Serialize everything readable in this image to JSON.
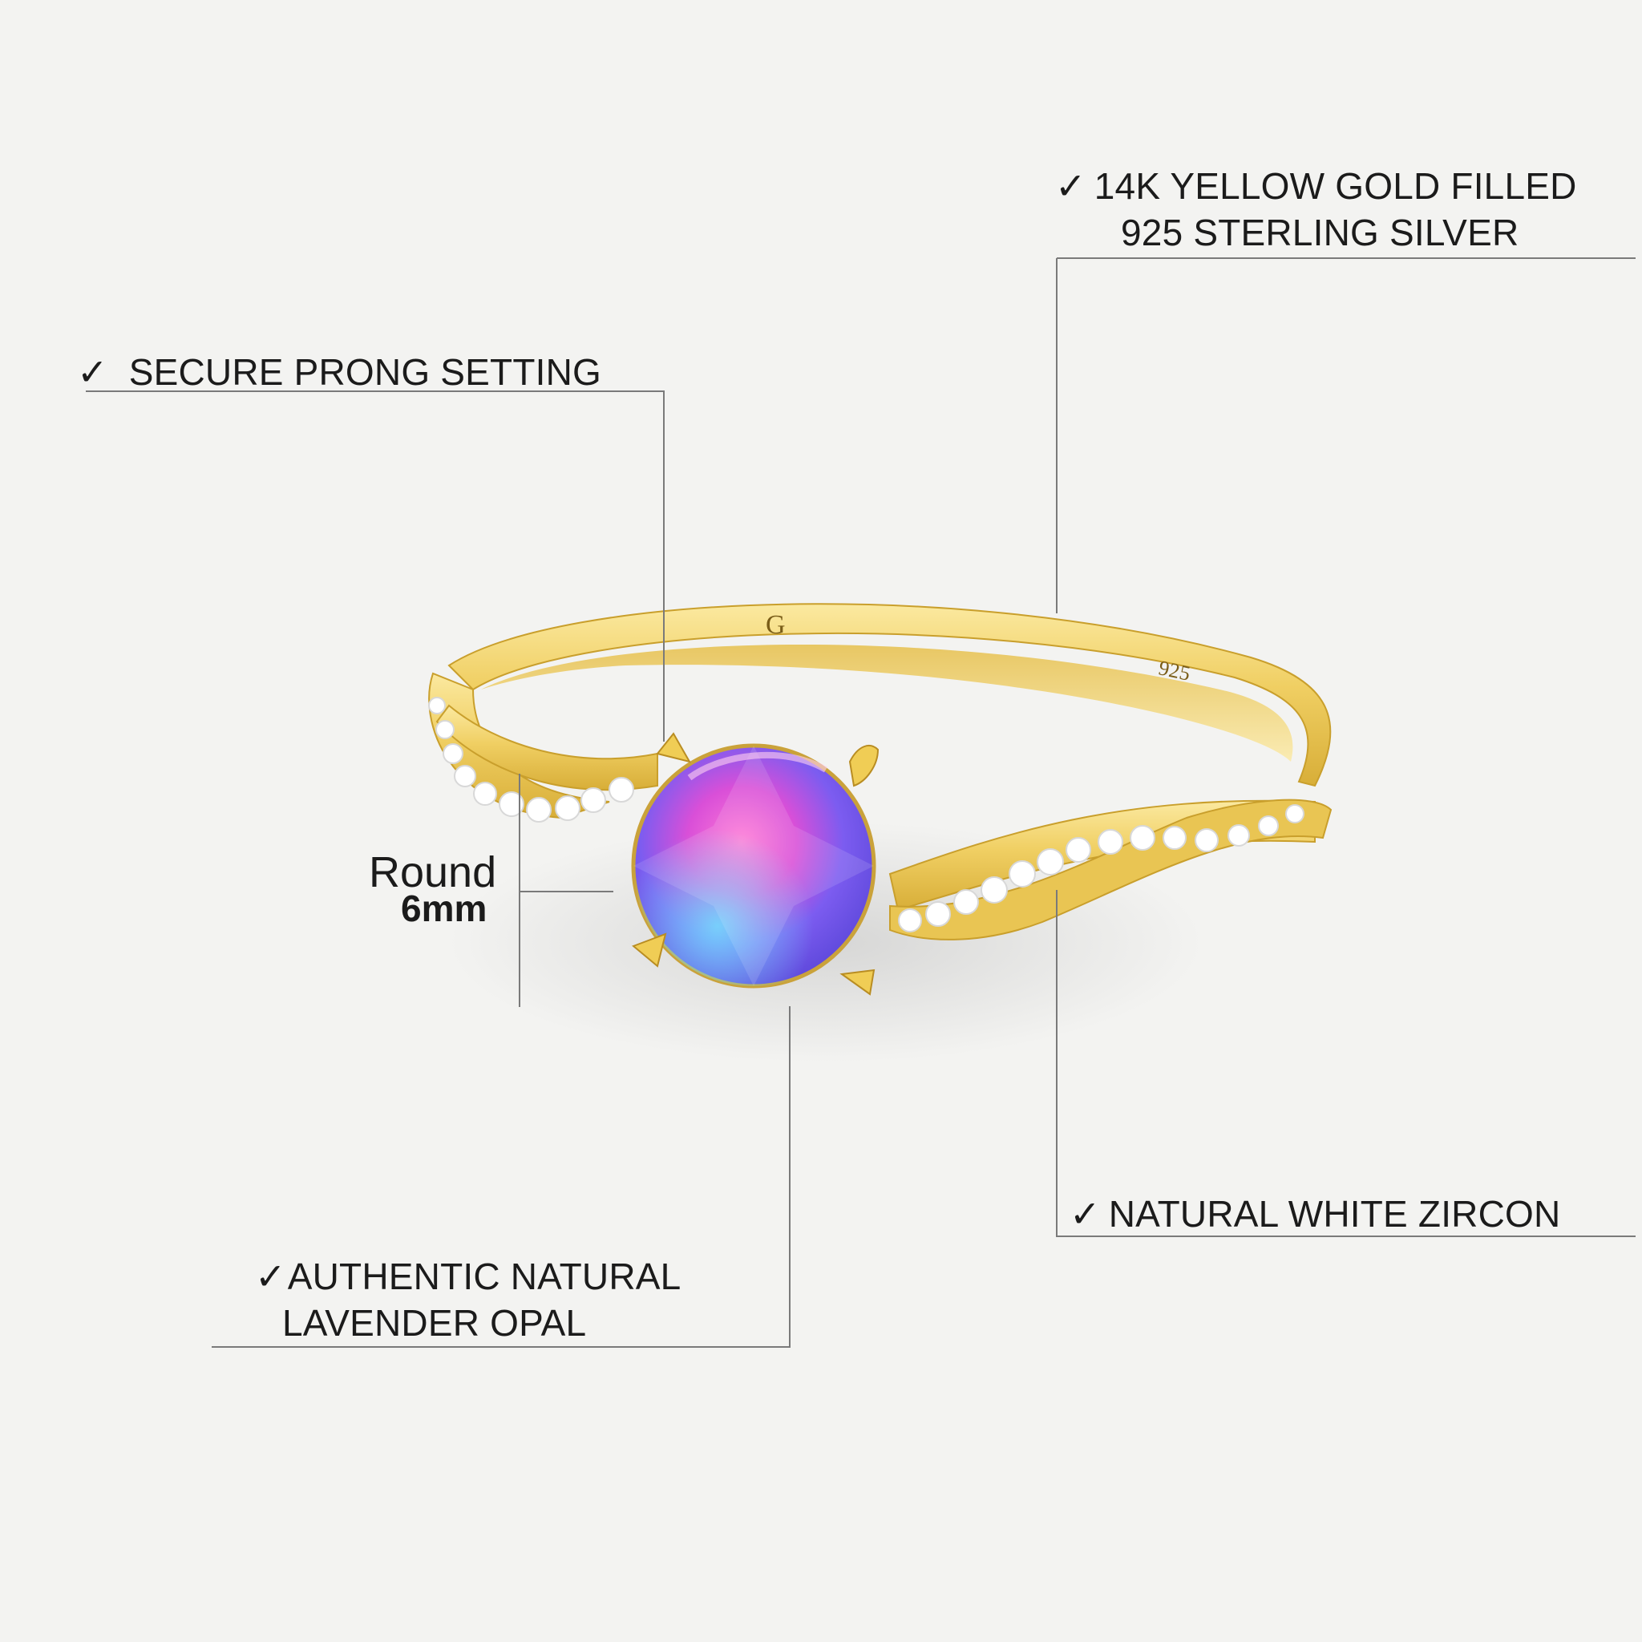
{
  "callouts": {
    "material": {
      "check": "✓",
      "line1": "14K YELLOW GOLD FILLED",
      "line2": "925 STERLING SILVER"
    },
    "setting": {
      "check": "✓",
      "text": "SECURE PRONG SETTING"
    },
    "size": {
      "shape": "Round",
      "value": "6mm"
    },
    "accent_stone": {
      "check": "✓",
      "text": "NATURAL WHITE ZIRCON"
    },
    "center_stone": {
      "check": "✓",
      "line1": "AUTHENTIC NATURAL",
      "line2": "LAVENDER OPAL"
    }
  },
  "ring": {
    "hallmark": "925",
    "logo_mark": "G",
    "metal_color": "#f1d36b",
    "stone_colors": [
      "#ff4fb8",
      "#7c5cf0",
      "#6fd6ff"
    ]
  }
}
